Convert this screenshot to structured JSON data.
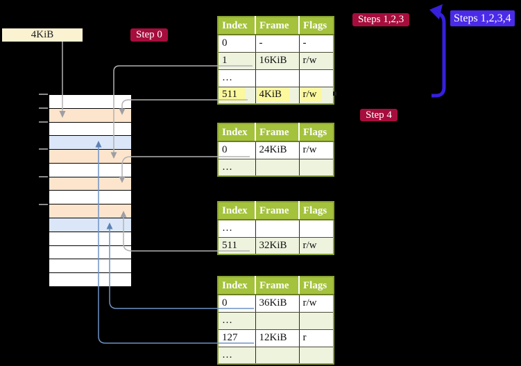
{
  "labels": {
    "frame_size": "4KiB",
    "step0": "Step 0",
    "steps123": "Steps 1,2,3",
    "steps1234": "Steps 1,2,3,4",
    "step4": "Step 4"
  },
  "table_headers": [
    "Index",
    "Frame",
    "Flags"
  ],
  "tables": [
    {
      "name": "page-table-1",
      "rows": [
        [
          "0",
          "-",
          "-"
        ],
        [
          "1",
          "16KiB",
          "r/w"
        ],
        [
          "…",
          "",
          ""
        ],
        [
          "511",
          "4KiB",
          "r/w"
        ]
      ],
      "highlight_row": 3
    },
    {
      "name": "page-table-2",
      "rows": [
        [
          "0",
          "24KiB",
          "r/w"
        ],
        [
          "…",
          "",
          ""
        ]
      ]
    },
    {
      "name": "page-table-3",
      "rows": [
        [
          "…",
          "",
          ""
        ],
        [
          "511",
          "32KiB",
          "r/w"
        ]
      ]
    },
    {
      "name": "page-table-4",
      "rows": [
        [
          "0",
          "36KiB",
          "r/w"
        ],
        [
          "…",
          "",
          ""
        ],
        [
          "127",
          "12KiB",
          "r"
        ],
        [
          "…",
          "",
          ""
        ]
      ]
    }
  ],
  "memory": {
    "rows": [
      {
        "type": "empty"
      },
      {
        "type": "page-table"
      },
      {
        "type": "empty"
      },
      {
        "type": "mapped-page"
      },
      {
        "type": "page-table"
      },
      {
        "type": "empty"
      },
      {
        "type": "page-table"
      },
      {
        "type": "empty"
      },
      {
        "type": "page-table"
      },
      {
        "type": "mapped-page"
      },
      {
        "type": "empty"
      },
      {
        "type": "empty"
      },
      {
        "type": "empty"
      },
      {
        "type": "empty"
      }
    ]
  },
  "connections": [
    {
      "from": "4KiB-label",
      "to": "memory-row-2"
    },
    {
      "from": "table1-entry-1",
      "to": "memory-row-5"
    },
    {
      "from": "table1-entry-511",
      "to": "memory-row-2"
    },
    {
      "from": "table2-entry-0",
      "to": "memory-row-7"
    },
    {
      "from": "table3-entry-511",
      "to": "memory-row-9"
    },
    {
      "from": "table4-entry-0",
      "to": "memory-row-10"
    },
    {
      "from": "table4-entry-127",
      "to": "memory-row-4"
    },
    {
      "from": "bottom-of-tables",
      "to": "steps123-label"
    }
  ],
  "colors": {
    "badge_red": "#a60d3d",
    "badge_blue": "#4b2be9",
    "big_arrow_blue": "#3620dc",
    "table_header_bg": "#a4c23c",
    "table_alt_row": "#eef3de",
    "highlight_yellow": "#fbf89e",
    "memory_page_table": "#fde5cd",
    "memory_mapped_page": "#dbe7f8",
    "connector_gray": "#b2b2b2",
    "connector_blue": "#6f92c6",
    "label_cream": "#fbf2d2",
    "background": "#000000"
  }
}
